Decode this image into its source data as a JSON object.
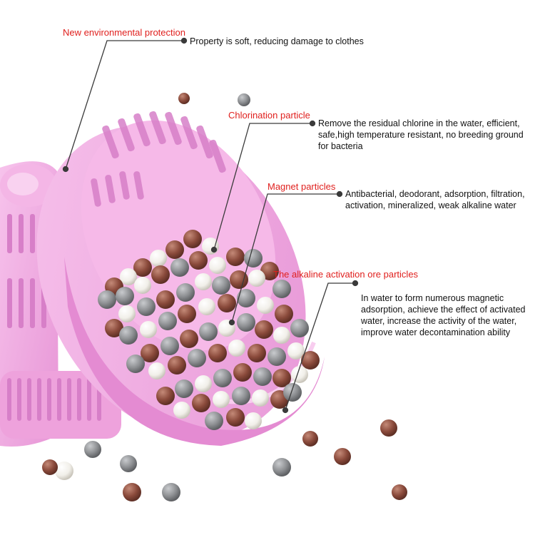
{
  "colors": {
    "label_red": "#e0201e",
    "text_dark": "#111111",
    "basket_pink": "#f2a6e0",
    "basket_dark": "#d77fc8",
    "ball_brown": "#8a4a3b",
    "ball_gray": "#8d8f92",
    "ball_white": "#f1efe9",
    "leader_line": "#3a3a3a"
  },
  "annotations": [
    {
      "title": "New environmental protection",
      "description": "Property is soft, reducing damage to clothes"
    },
    {
      "title": "Chlorination particle",
      "description": "Remove the residual chlorine in the water, efficient, safe,high temperature resistant, no breeding ground for bacteria"
    },
    {
      "title": "Magnet particles",
      "description": "Antibacterial, deodorant, adsorption, filtration, activation, mineralized, weak alkaline water"
    },
    {
      "title": "The alkaline activation ore particles",
      "description": "In water to form numerous magnetic adsorption, achieve the effect of activated water, increase the activity of the water, improve water decontamination ability"
    }
  ]
}
